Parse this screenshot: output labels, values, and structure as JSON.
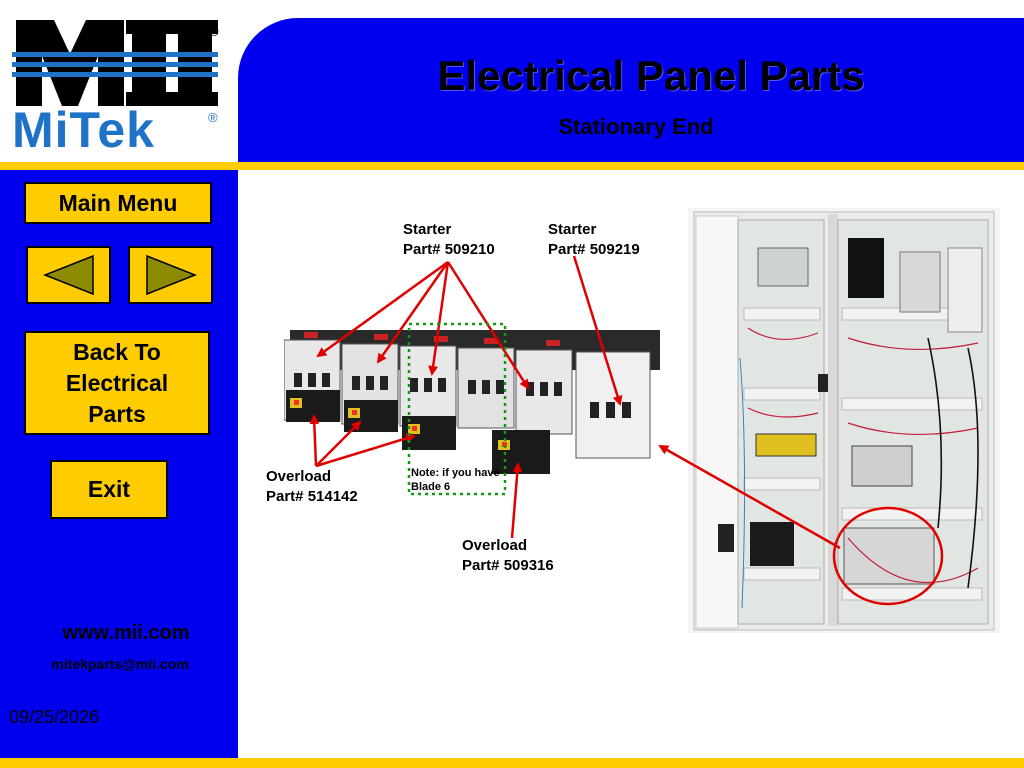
{
  "header": {
    "title": "Electrical Panel Parts",
    "subtitle": "Stationary End"
  },
  "logo": {
    "mark": "MII",
    "brand": "MiTek",
    "registered": "®",
    "colors": {
      "mark": "#000000",
      "stripes": "#1e73c8",
      "brand": "#1e73c8"
    }
  },
  "sidebar": {
    "main_menu_label": "Main Menu",
    "back_label": "Back To\nElectrical\nParts",
    "exit_label": "Exit",
    "prev_icon": "triangle-left-icon",
    "next_icon": "triangle-right-icon",
    "website": "www.mii.com",
    "email": "mitekparts@mii.com",
    "date": "09/25/2026"
  },
  "callouts": {
    "starter_a": {
      "name": "Starter",
      "part": "Part# 509210"
    },
    "starter_b": {
      "name": "Starter",
      "part": "Part# 509219"
    },
    "overload_a": {
      "name": "Overload",
      "part": "Part# 514142"
    },
    "overload_b": {
      "name": "Overload",
      "part": "Part# 509316"
    },
    "note_line1": "Note: if you have",
    "note_line2": "Blade  6"
  },
  "colors": {
    "header_blue": "#0000ee",
    "accent_yellow": "#ffcc00",
    "arrow_red": "#e00000",
    "dotted_green": "#119911"
  }
}
